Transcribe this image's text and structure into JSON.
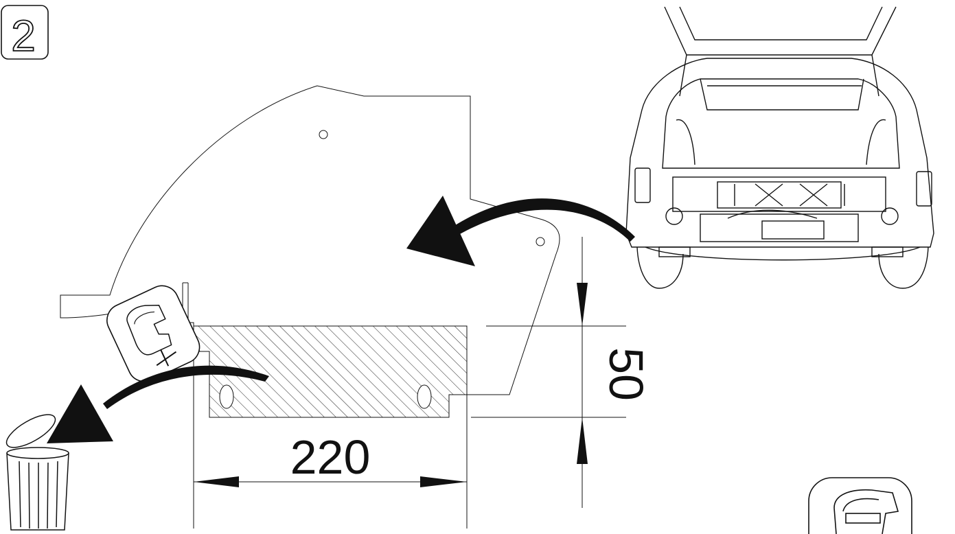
{
  "step": {
    "number": "2"
  },
  "dimensions": {
    "width": {
      "value": "220"
    },
    "height": {
      "value": "50"
    }
  },
  "icons": {
    "step_badge": "step-number-badge",
    "cutter": "jigsaw-tool-icon",
    "bin": "trash-bin-icon",
    "car": "car-rear-view-icon",
    "corner_tool": "jigsaw-tool-icon"
  },
  "colors": {
    "line": "#111111",
    "fill": "#111111",
    "background": "#ffffff"
  }
}
